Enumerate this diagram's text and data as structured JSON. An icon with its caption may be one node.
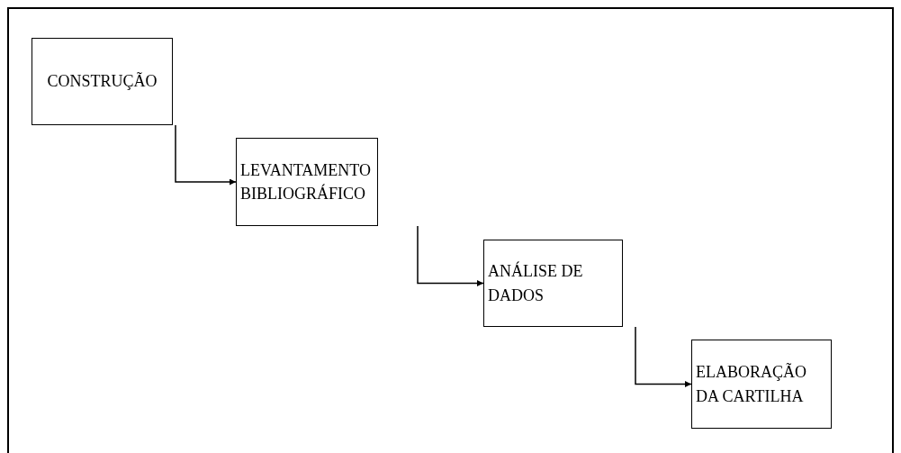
{
  "diagram": {
    "nodes": [
      {
        "text": [
          "CONSTRUÇÃO"
        ]
      },
      {
        "text": [
          "LEVANTAMENTO BIBLIOGRÁFICO"
        ]
      },
      {
        "text": [
          "ANÁLISE DE DADOS"
        ]
      },
      {
        "text": [
          "ELABORAÇÃO DA CARTILHA"
        ]
      }
    ],
    "edges": [
      {
        "from": 0,
        "to": 1,
        "arrow": "to"
      },
      {
        "from": 1,
        "to": 2,
        "arrow": "to"
      },
      {
        "from": 2,
        "to": 3,
        "arrow": "to"
      }
    ]
  }
}
